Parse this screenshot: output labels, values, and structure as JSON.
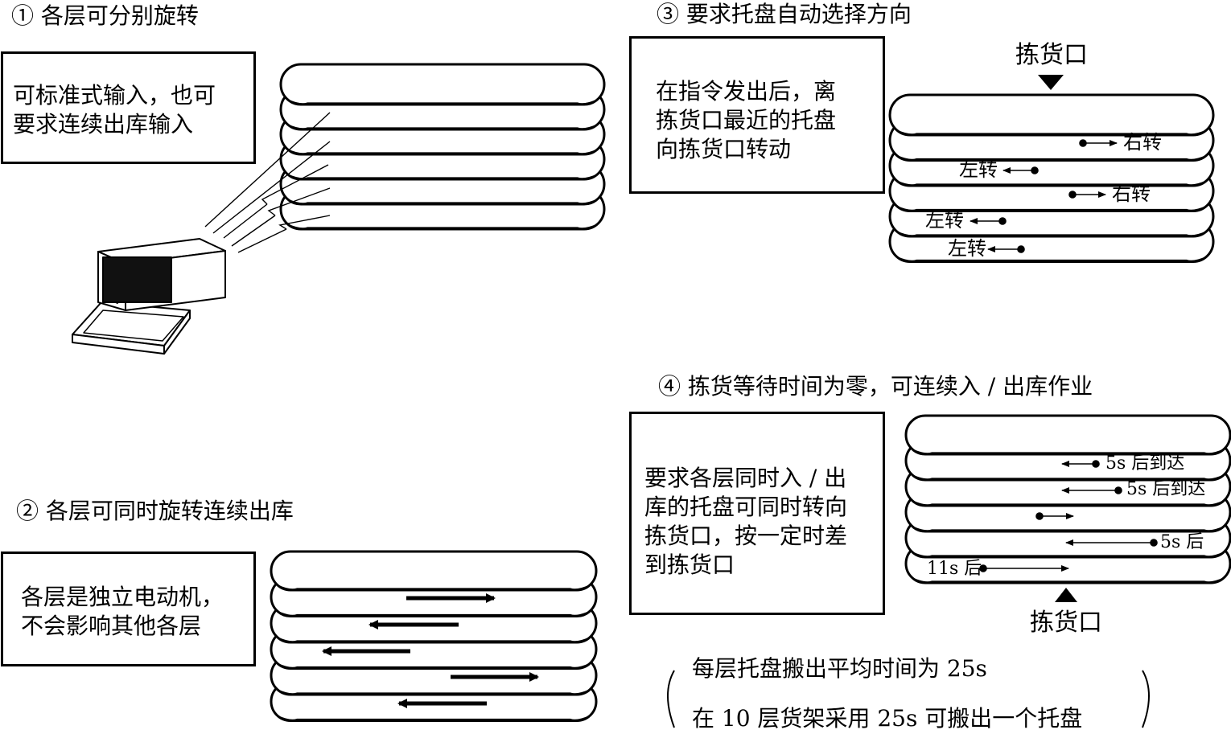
{
  "panel1": {
    "title": "① 各层可分别旋转",
    "box_lines": [
      "可标准式输入，也可",
      "要求连续出库输入"
    ]
  },
  "panel2": {
    "title": "② 各层可同时旋转连续出库",
    "box_lines": [
      "各层是独立电动机，",
      "不会影响其他各层"
    ],
    "layer_directions": [
      "right",
      "left",
      "left",
      "right",
      "left"
    ]
  },
  "panel3": {
    "title": "③ 要求托盘自动选择方向",
    "box_lines": [
      "在指令发出后，离",
      "拣货口最近的托盘",
      "向拣货口转动"
    ],
    "pick_label": "拣货口",
    "layer_labels": [
      "右转",
      "左转",
      "右转",
      "左转",
      "左转"
    ]
  },
  "panel4": {
    "title": "④ 拣货等待时间为零，可连续入 / 出库作业",
    "box_lines": [
      "要求各层同时入 / 出",
      "库的托盘可同时转向",
      "拣货口，按一定时差",
      "到拣货口"
    ],
    "pick_label": "拣货口",
    "layer_labels": [
      "5s 后到达",
      "5s 后到达",
      "",
      "5s 后",
      "11s 后"
    ]
  },
  "notes": {
    "line1": "每层托盘搬出平均时间为 25s",
    "line2": "在 10 层货架采用 25s 可搬出一个托盘"
  }
}
